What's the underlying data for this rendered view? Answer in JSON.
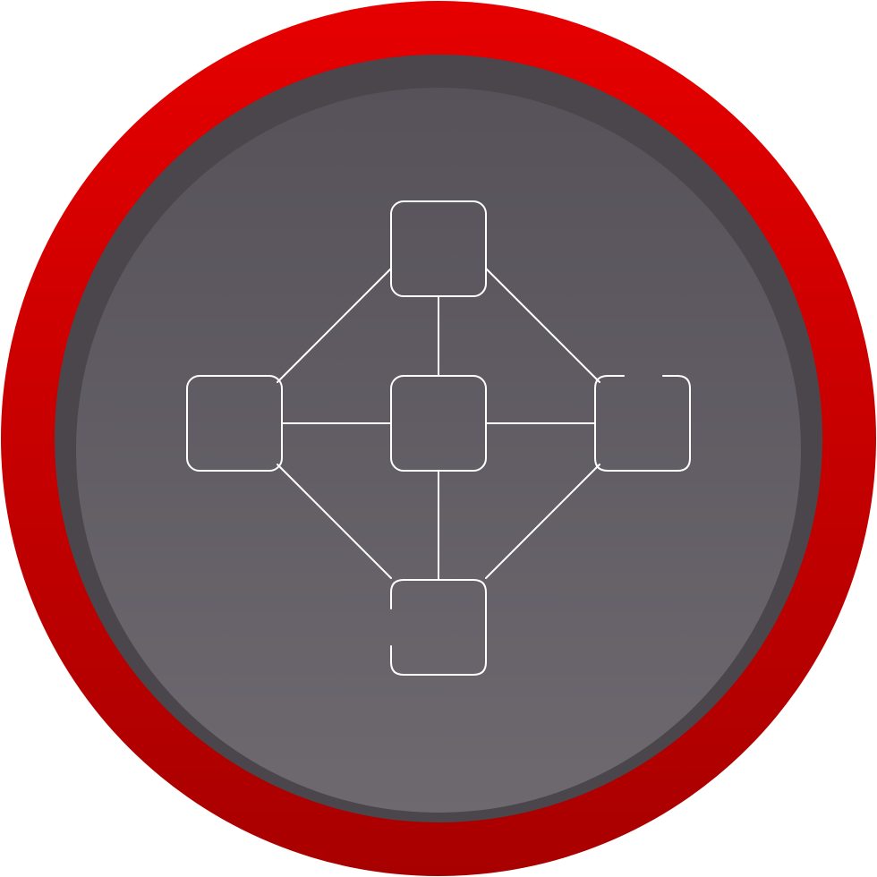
{
  "icon": {
    "name": "network-topology-icon",
    "colors": {
      "ring_top": "#e60000",
      "ring_bottom": "#a80000",
      "disc_dark": "#4a464b",
      "disc_top": "#57525a",
      "disc_bottom": "#6d696f",
      "stroke": "#ffffff"
    },
    "nodes": [
      "top",
      "left",
      "center",
      "right",
      "bottom"
    ],
    "connections": [
      [
        "top",
        "left"
      ],
      [
        "top",
        "center"
      ],
      [
        "top",
        "right"
      ],
      [
        "left",
        "center"
      ],
      [
        "center",
        "right"
      ],
      [
        "left",
        "bottom"
      ],
      [
        "center",
        "bottom"
      ],
      [
        "right",
        "bottom"
      ]
    ]
  }
}
